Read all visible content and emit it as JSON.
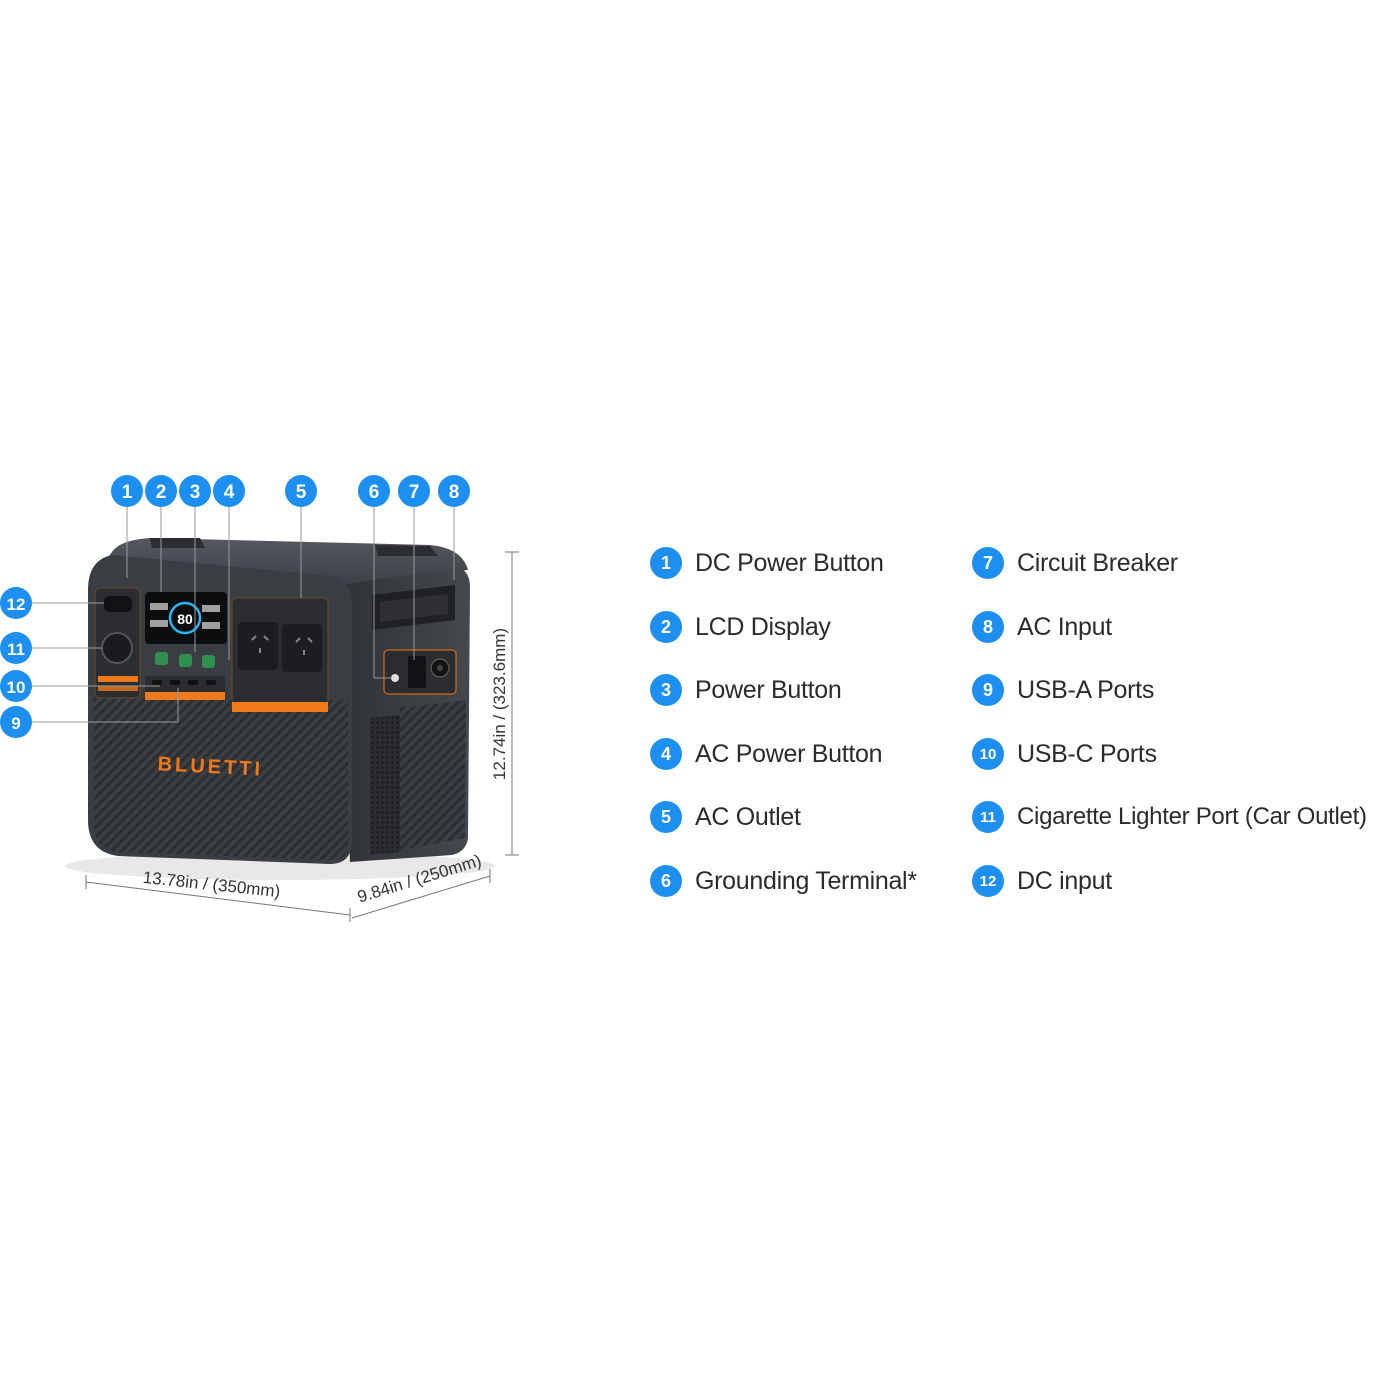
{
  "brand": "BLUETTI",
  "dimensions": {
    "width": "13.78in / (350mm)",
    "depth": "9.84in / (250mm)",
    "height": "12.74in / (323.6mm)"
  },
  "colors": {
    "badge": "#1c8ff0",
    "accent_orange": "#f07a1a",
    "body_dark": "#3a3d42"
  },
  "legend": {
    "left": [
      {
        "num": "1",
        "label": "DC Power Button"
      },
      {
        "num": "2",
        "label": "LCD Display"
      },
      {
        "num": "3",
        "label": "Power Button"
      },
      {
        "num": "4",
        "label": "AC Power Button"
      },
      {
        "num": "5",
        "label": "AC Outlet"
      },
      {
        "num": "6",
        "label": "Grounding Terminal*"
      }
    ],
    "right": [
      {
        "num": "7",
        "label": "Circuit Breaker"
      },
      {
        "num": "8",
        "label": "AC Input"
      },
      {
        "num": "9",
        "label": "USB-A Ports"
      },
      {
        "num": "10",
        "label": "USB-C Ports"
      },
      {
        "num": "11",
        "label": "Cigarette Lighter Port (Car Outlet)"
      },
      {
        "num": "12",
        "label": "DC input"
      }
    ]
  },
  "callouts": {
    "top": [
      "1",
      "2",
      "3",
      "4",
      "5",
      "6",
      "7",
      "8"
    ],
    "side": [
      "12",
      "11",
      "10",
      "9"
    ]
  },
  "display": {
    "value": "80"
  }
}
